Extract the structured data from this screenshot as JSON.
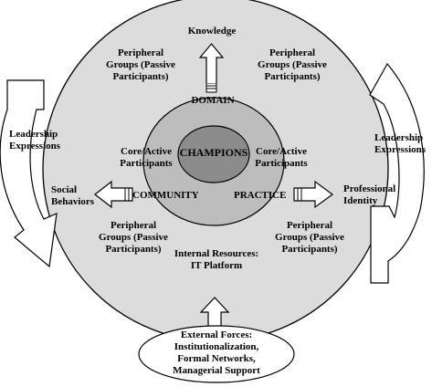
{
  "outer_circle": {
    "top": "Knowledge",
    "peripheral_tl": [
      "Peripheral",
      "Groups (Passive",
      "Participants)"
    ],
    "peripheral_tr": [
      "Peripheral",
      "Groups   (Passive",
      "Participants)"
    ],
    "peripheral_bl": [
      "Peripheral",
      "Groups (Passive",
      "Participants)"
    ],
    "peripheral_br": [
      "Peripheral",
      "Groups (Passive",
      "Participants)"
    ],
    "internal": [
      "Internal Resources:",
      "IT Platform"
    ]
  },
  "inner_ring": {
    "domain": "DOMAIN",
    "community": "COMMUNITY",
    "practice": "PRACTICE",
    "core_left": [
      "Core/Active",
      "Participants"
    ],
    "core_right": [
      "Core/Active",
      "Participants"
    ]
  },
  "center": {
    "label": "CHAMPIONS"
  },
  "left": {
    "leadership": [
      "Leadership",
      "Expressions"
    ],
    "social": [
      "Social",
      "Behaviors"
    ]
  },
  "right": {
    "leadership": [
      "Leadership",
      "Expressions"
    ],
    "professional": [
      "Professional",
      "Identity"
    ]
  },
  "external": [
    "External Forces:",
    "Institutionalization,",
    "Formal Networks,",
    "Managerial Support"
  ],
  "colors": {
    "outer_fill": "#dcdcdc",
    "ring_fill": "#bdbdbd",
    "center_fill": "#8c8c8c",
    "stroke": "#000000",
    "arrow_fill": "#ffffff"
  }
}
